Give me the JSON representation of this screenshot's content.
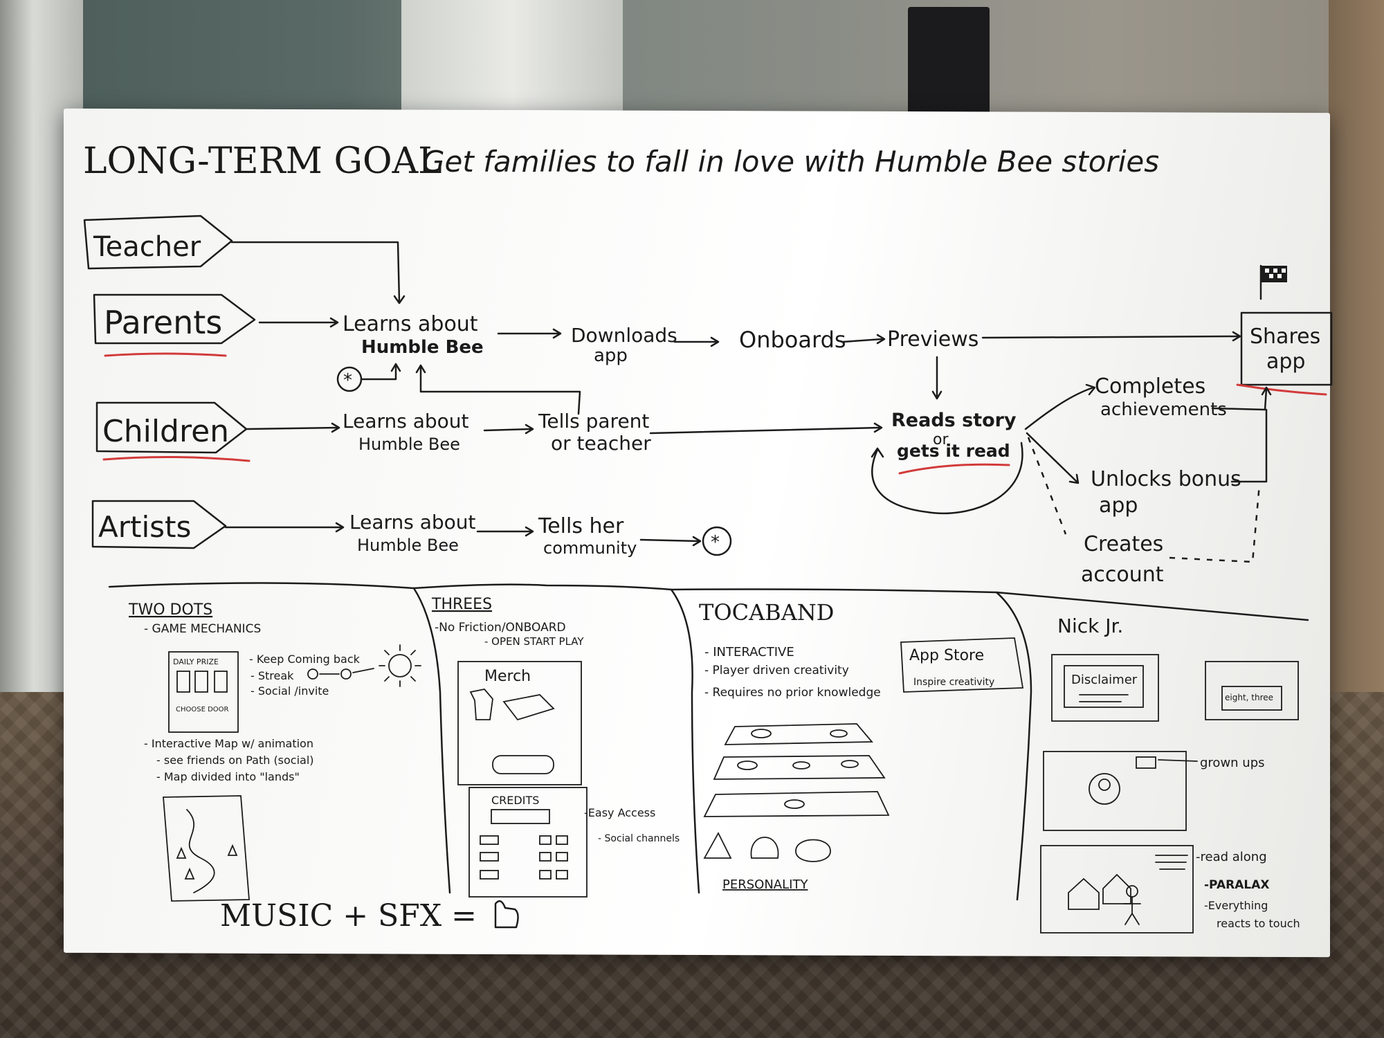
{
  "header": {
    "goal_label": "LONG-TERM GOAL",
    "goal_text": "Get families to fall in love with Humble Bee stories"
  },
  "flow": {
    "actors": [
      "Teacher",
      "Parents",
      "Children",
      "Artists"
    ],
    "parents_learns": [
      "Learns about",
      "Humble Bee"
    ],
    "downloads": [
      "Downloads",
      "app"
    ],
    "onboards": "Onboards",
    "previews": "Previews",
    "shares": [
      "Shares",
      "app"
    ],
    "children_learns": [
      "Learns about",
      "Humble Bee"
    ],
    "tells_parent": [
      "Tells parent",
      "or teacher"
    ],
    "reads_story": [
      "Reads story",
      "or",
      "gets it read"
    ],
    "completes": [
      "Completes",
      "achievements"
    ],
    "unlocks": [
      "Unlocks bonus",
      "app"
    ],
    "creates": [
      "Creates",
      "account"
    ],
    "artists_learns": [
      "Learns about",
      "Humble Bee"
    ],
    "tells_her": [
      "Tells her",
      "community"
    ],
    "star": "*"
  },
  "sections": {
    "two_dots": {
      "title": "TWO DOTS",
      "sub": "- GAME MECHANICS",
      "daily_prize": "DAILY PRIZE",
      "choose_door": "CHOOSE DOOR",
      "bullets": [
        "- Keep Coming back",
        "- Streak",
        "- Social /invite"
      ],
      "map_bullets": [
        "- Interactive Map w/ animation",
        "- see friends on Path (social)",
        "- Map divided into \"lands\""
      ]
    },
    "threes": {
      "title": "THREES",
      "bullets": [
        "-No Friction/ONBOARD",
        "- OPEN START PLAY"
      ],
      "merch": "Merch",
      "credits": "CREDITS",
      "easy_access": "-Easy Access",
      "social_channels": "- Social channels"
    },
    "tocaband": {
      "title": "TOCABAND",
      "bullets": [
        "- INTERACTIVE",
        "- Player driven creativity",
        "- Requires no prior knowledge"
      ],
      "app_store": "App Store",
      "inspire": "Inspire creativity",
      "personality": "PERSONALITY"
    },
    "nick_jr": {
      "title": "Nick Jr.",
      "disclaimer": "Disclaimer",
      "eight_three": "eight, three",
      "grown_ups": "grown ups",
      "read_along": "-read along",
      "paralax": "-PARALAX",
      "everything": [
        "-Everything",
        "reacts to touch"
      ]
    },
    "music": "MUSIC + SFX ="
  },
  "colors": {
    "ink": "#1c1c1c",
    "red_marker": "#d23a3a",
    "board": "#f8f8f6"
  }
}
